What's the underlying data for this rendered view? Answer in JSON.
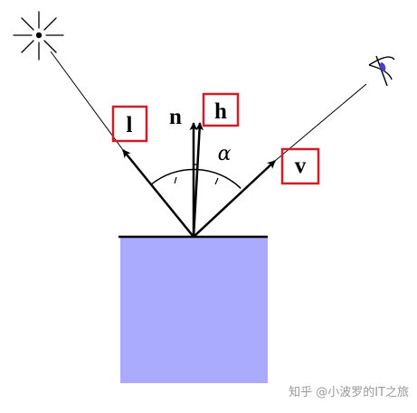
{
  "labels": {
    "light_vector": "l",
    "normal_vector": "n",
    "half_vector": "h",
    "view_vector": "v",
    "angle": "α"
  },
  "icons": {
    "light_source": "sun-icon",
    "viewer": "eye-icon"
  },
  "watermark": "知乎 @小波罗的IT之旅",
  "colors": {
    "surface_fill": "#aaaaff",
    "highlight_box": "#cc1f27",
    "line": "#000000",
    "watermark": "#9a9a9a"
  }
}
